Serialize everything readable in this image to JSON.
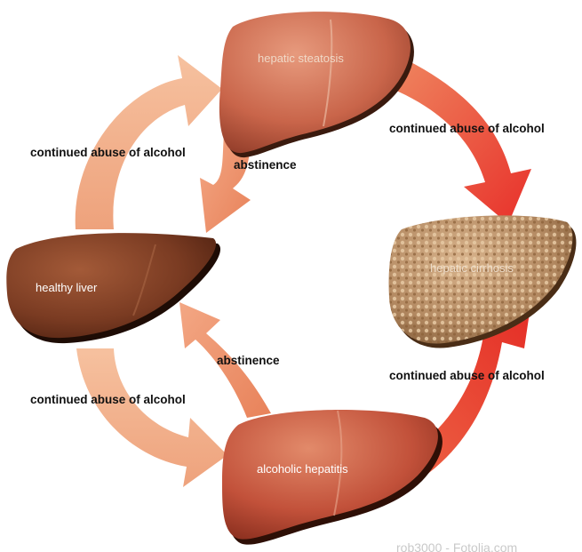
{
  "nodes": {
    "steatosis": "hepatic steatosis",
    "healthy": "healthy liver",
    "cirrhosis": "hepatic cirrhosis",
    "hepatitis": "alcoholic hepatitis"
  },
  "edges": {
    "healthy_to_steatosis": "continued abuse of alcohol",
    "steatosis_to_healthy": "abstinence",
    "steatosis_to_cirrhosis": "continued abuse of alcohol",
    "hepatitis_to_healthy": "abstinence",
    "healthy_to_hepatitis": "continued abuse of alcohol",
    "hepatitis_to_cirrhosis": "continued abuse of alcohol"
  },
  "credit": "rob3000 - Fotolia.com",
  "colors": {
    "arrow_light": "#f2b08b",
    "arrow_mid": "#e9875e",
    "arrow_red": "#e8392b",
    "healthy_liver": "#7a3e26",
    "steatosis_liver": "#c9654a",
    "hepatitis_liver": "#c2513a",
    "cirrhosis_liver": "#b48a62"
  }
}
